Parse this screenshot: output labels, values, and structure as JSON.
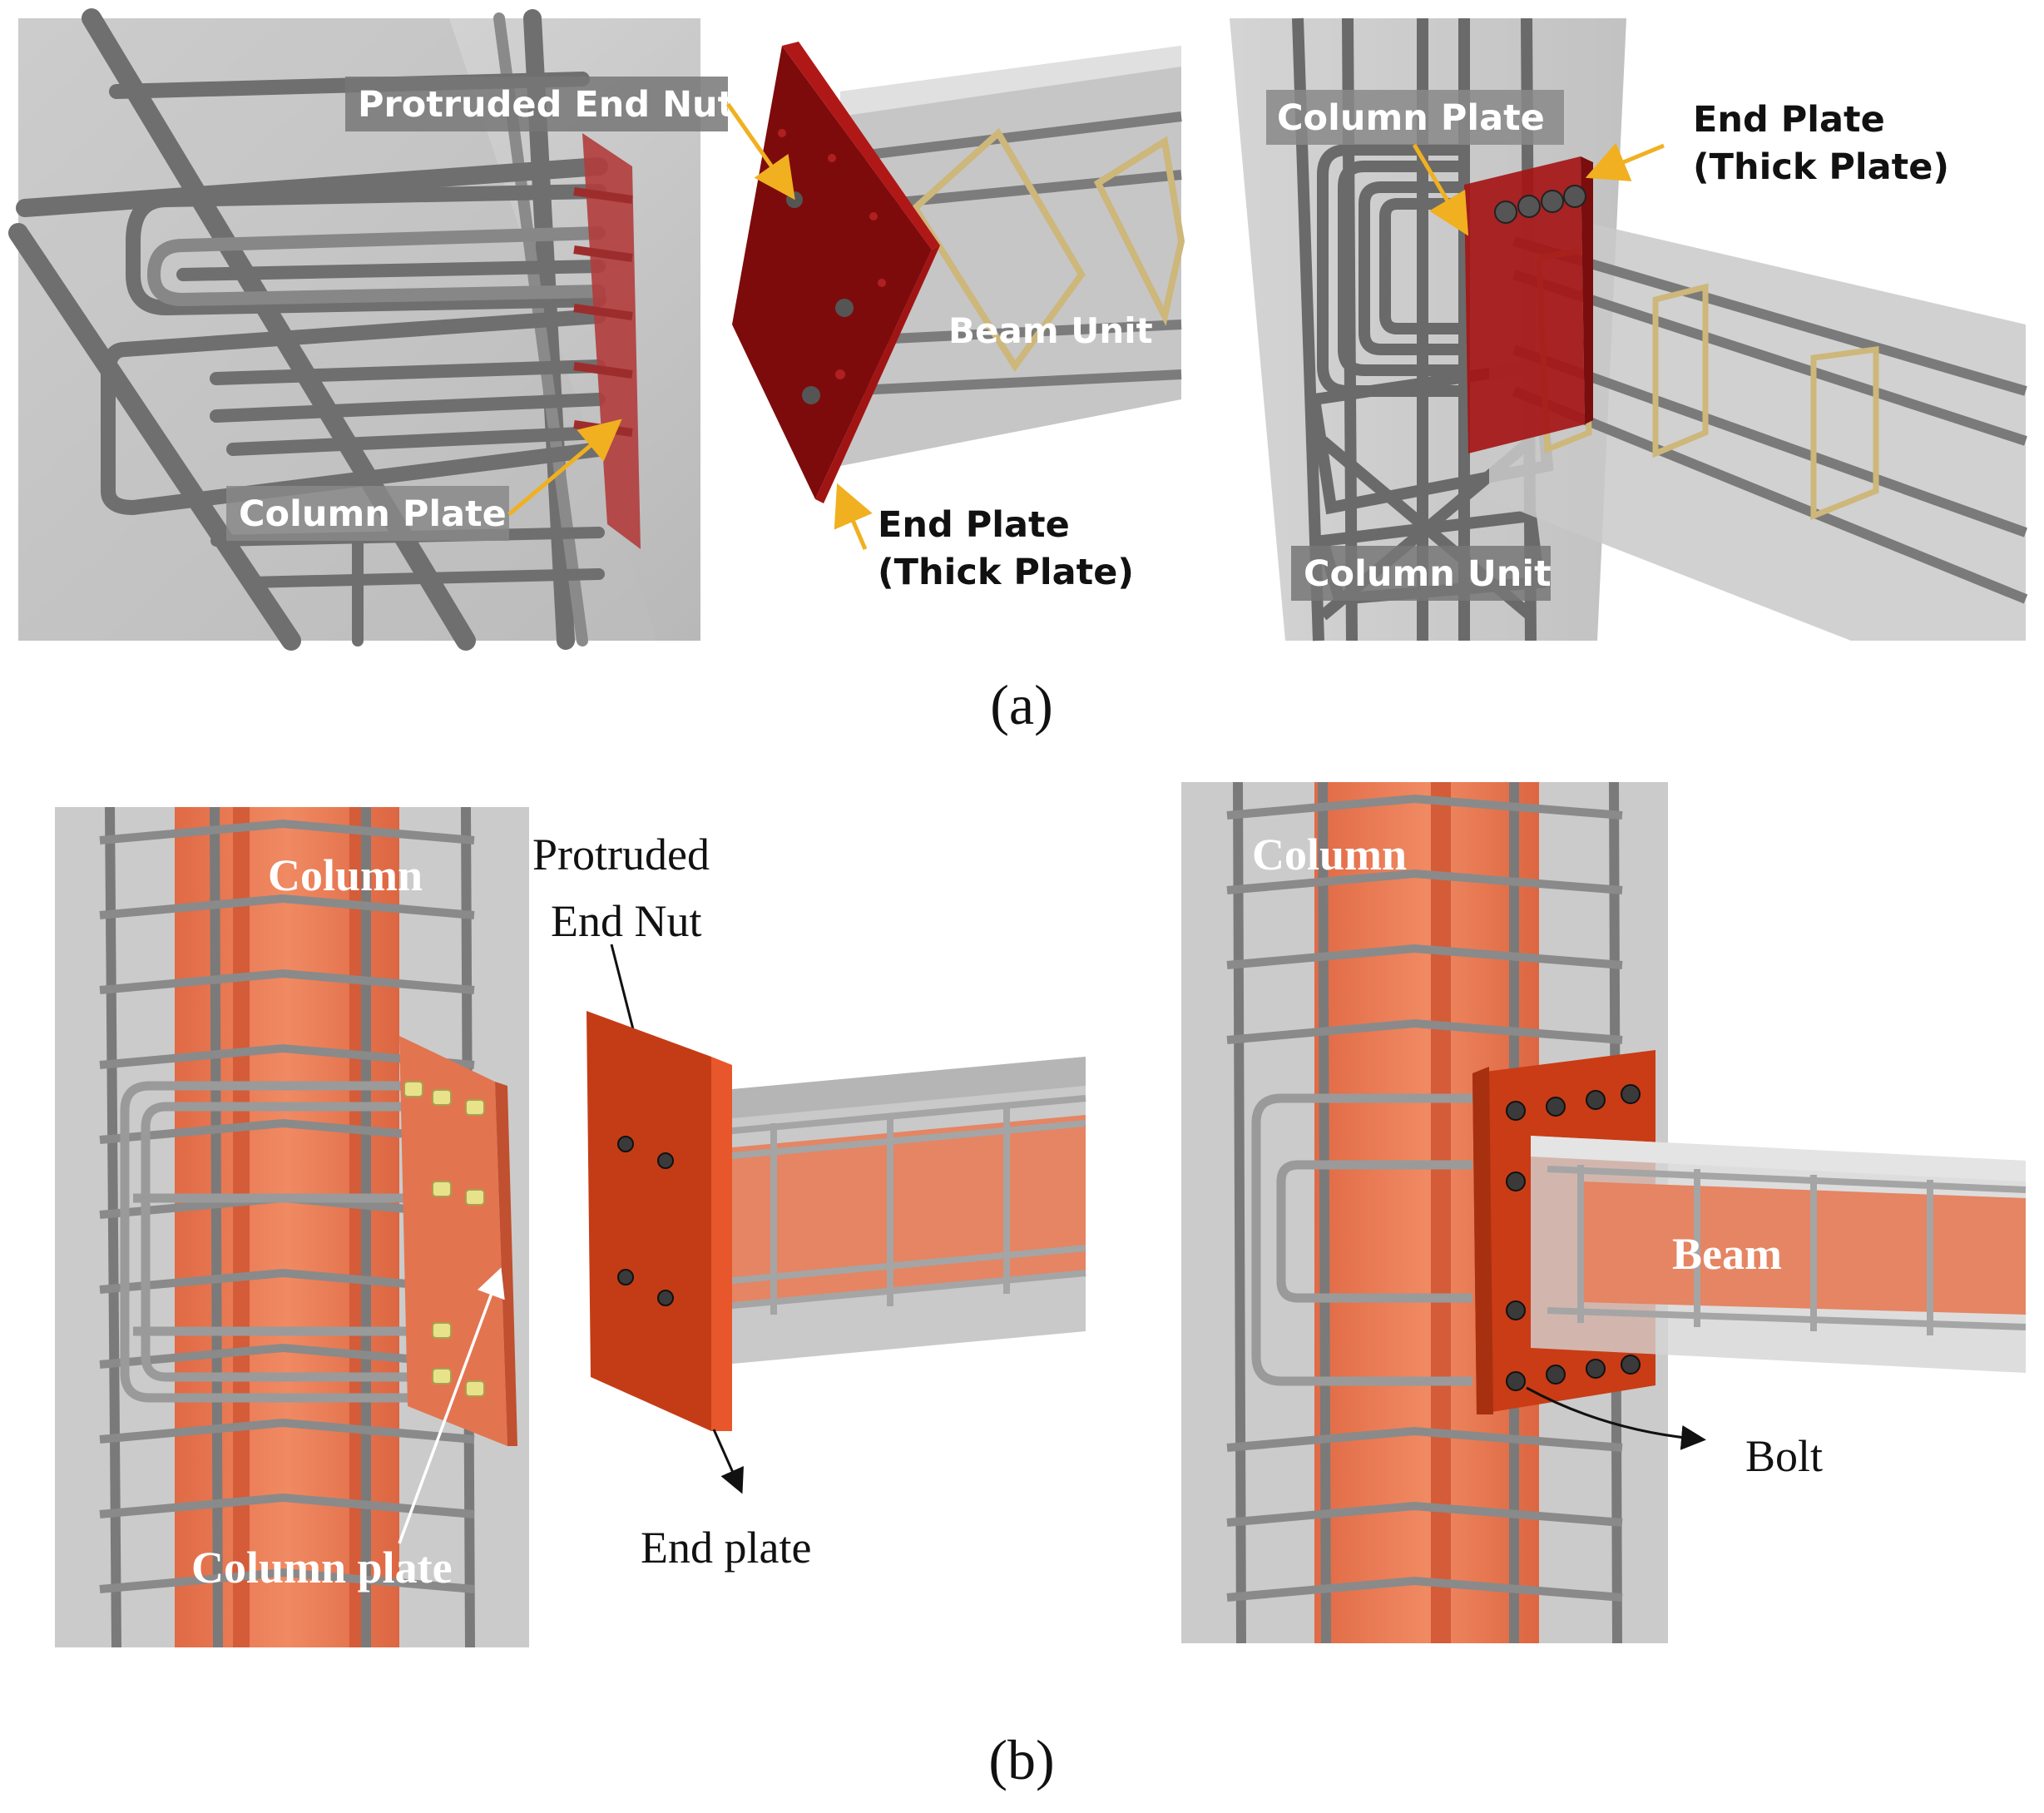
{
  "panel_a": {
    "caption": "(a)",
    "left": {
      "label_nut": "Protruded End Nut",
      "label_column_plate": "Column Plate",
      "label_beam_unit": "Beam Unit",
      "label_end_plate_line1": "End Plate",
      "label_end_plate_line2": "(Thick Plate)"
    },
    "right": {
      "label_column_plate": "Column Plate",
      "label_end_plate_line1": "End Plate",
      "label_end_plate_line2": "(Thick Plate)",
      "label_column_unit": "Column Unit"
    }
  },
  "panel_b": {
    "caption": "(b)",
    "left": {
      "label_column": "Column",
      "label_nut_line1": "Protruded",
      "label_nut_line2": "End Nut",
      "label_column_plate": "Column plate",
      "label_end_plate": "End plate"
    },
    "right": {
      "label_column": "Column",
      "label_beam": "Beam",
      "label_bolt": "Bolt"
    }
  },
  "colors": {
    "concrete": "#c9c9c9",
    "rebar": "#7a7a7a",
    "plate_red": "#8e1010",
    "steel_orange": "#e97a55",
    "plate_orange": "#d9461d",
    "arrow_yellow": "#f0b020",
    "stirrup_tan": "#cdb77a"
  }
}
